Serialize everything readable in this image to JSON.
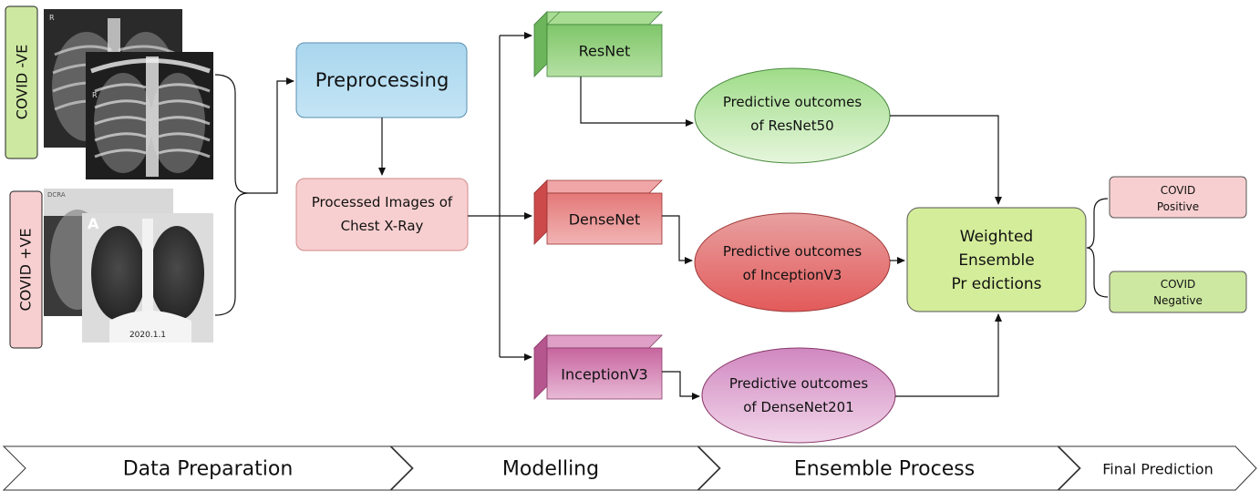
{
  "side_labels": {
    "covid_negative": "COVID -VE",
    "covid_positive": "COVID +VE"
  },
  "xray_text": {
    "neg_marker_a": "R",
    "neg_marker_b": "R",
    "pos_header": "DCRA",
    "pos_letter": "A",
    "pos_date": "2020.1.1"
  },
  "nodes": {
    "preprocessing": "Preprocessing",
    "processed_images": [
      "Processed Images of",
      "Chest X-Ray"
    ],
    "resnet": "ResNet",
    "densenet": "DenseNet",
    "inceptionv3": "InceptionV3",
    "outcome_resnet": [
      "Predictive outcomes",
      "of ResNet50"
    ],
    "outcome_inception": [
      "Predictive outcomes",
      "of InceptionV3"
    ],
    "outcome_densenet": [
      "Predictive outcomes",
      "of DenseNet201"
    ],
    "ensemble": [
      "Weighted",
      "Ensemble",
      "Pr edictions"
    ],
    "result_positive": [
      "COVID",
      "Positive"
    ],
    "result_negative": [
      "COVID",
      "Negative"
    ]
  },
  "stages": [
    "Data Preparation",
    "Modelling",
    "Ensemble Process",
    "Final Prediction"
  ],
  "colors": {
    "green_fill": "#cde8a0",
    "pink_fill": "#f8cfd0",
    "blue_fill": "#b3dcf0",
    "resnet_fill": "#8fce7a",
    "densenet_fill": "#e06060",
    "inception_fill": "#cc70a8",
    "ensemble_fill": "#d4ed9a"
  }
}
